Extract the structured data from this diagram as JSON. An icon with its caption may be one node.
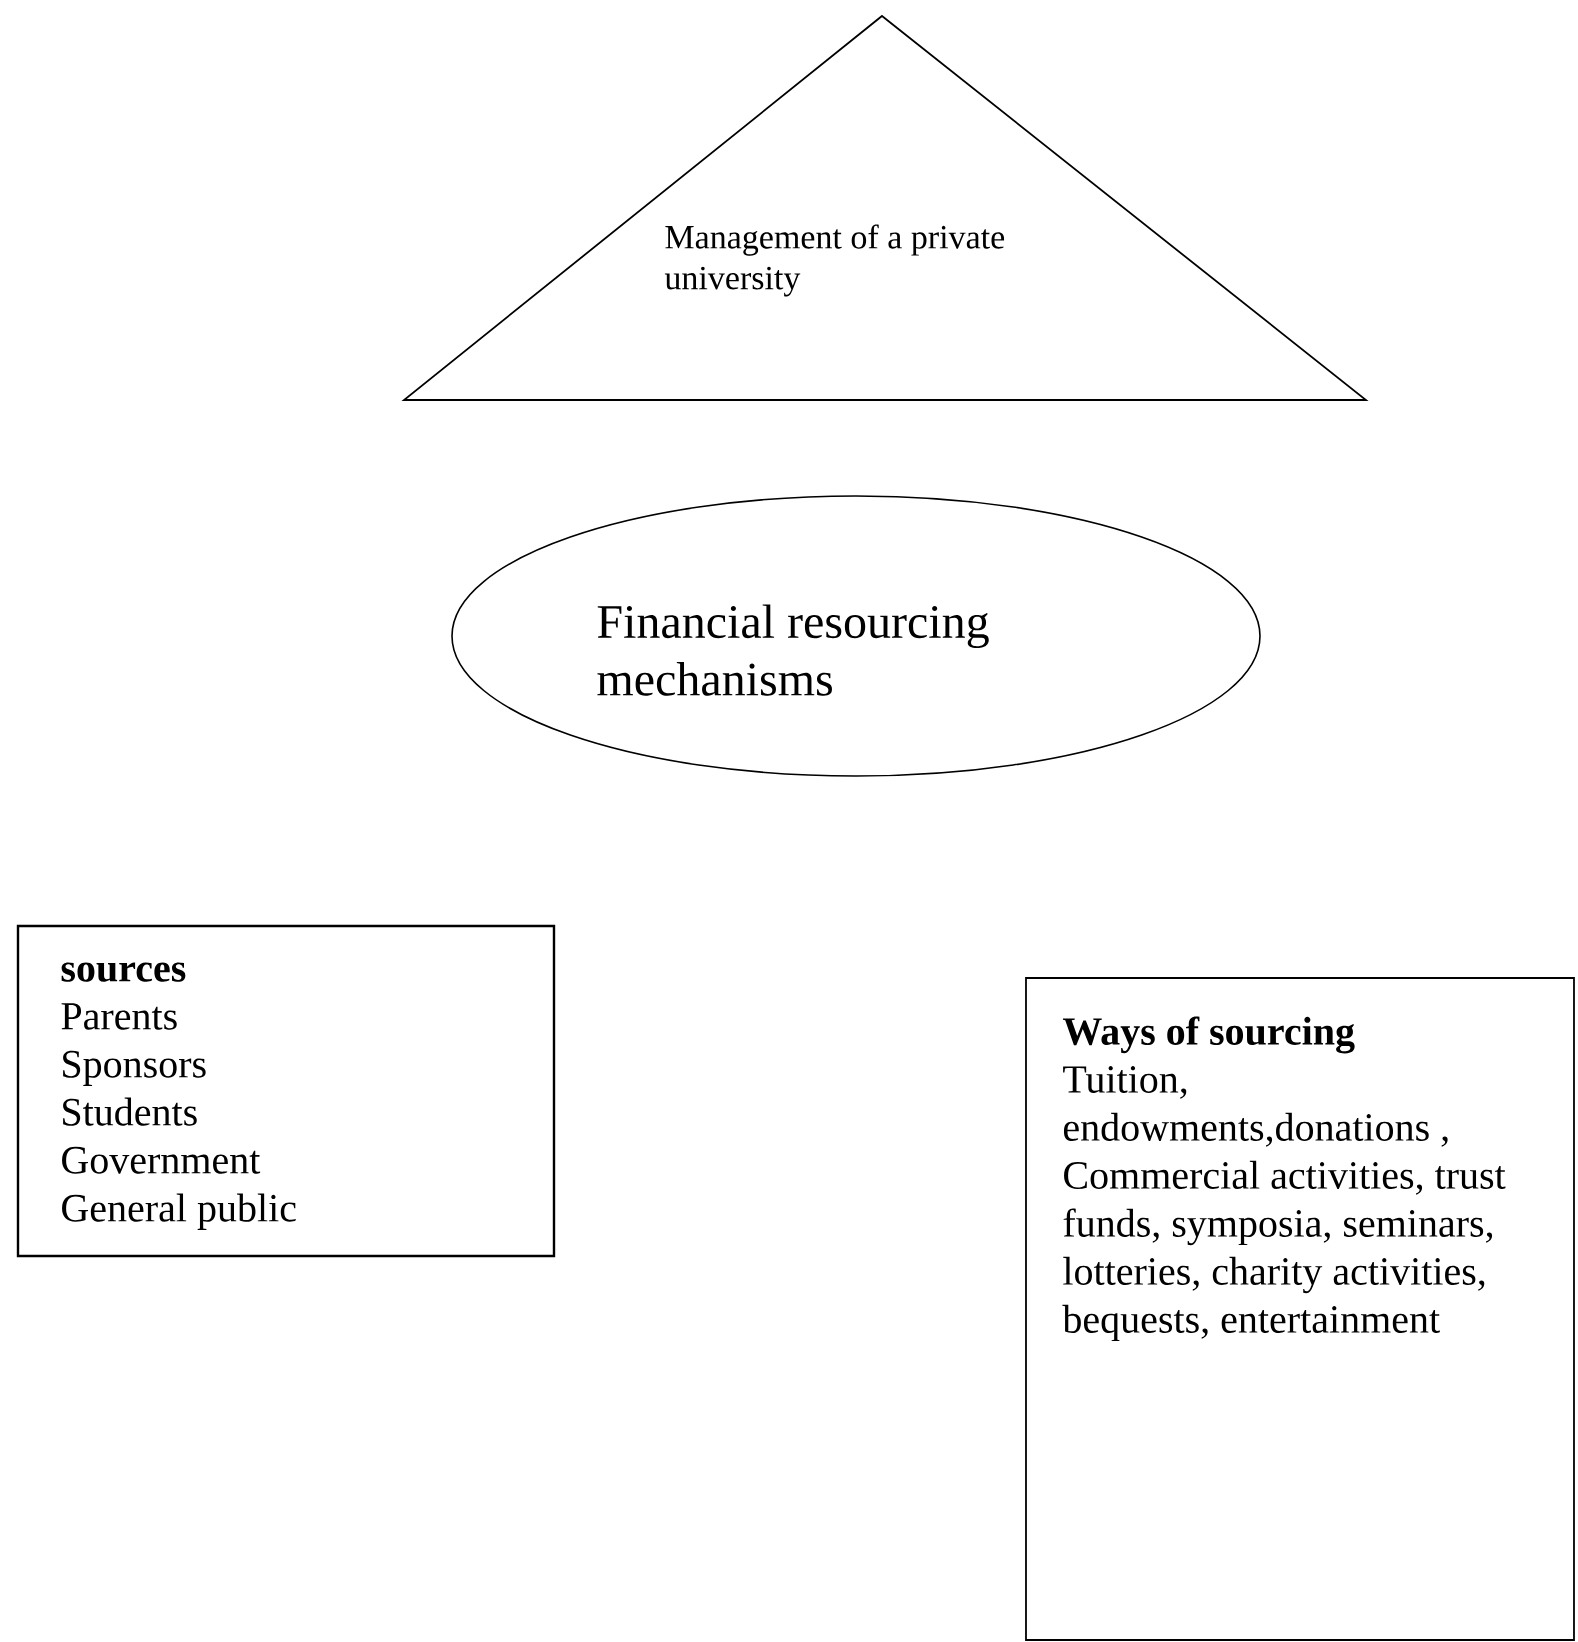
{
  "diagram": {
    "nodes": [
      {
        "text": [
          "Management of a private university"
        ]
      },
      {
        "text": [
          "Financial resourcing mechanisms"
        ]
      },
      {
        "text": [
          "sources",
          "Parents",
          "Sponsors",
          "Students",
          "Government",
          "General public"
        ]
      },
      {
        "text": [
          "Ways of sourcing",
          "Tuition, endowments,donations , Commercial activities, trust funds, symposia, seminars, lotteries, charity activities, bequests, entertainment"
        ]
      }
    ]
  }
}
